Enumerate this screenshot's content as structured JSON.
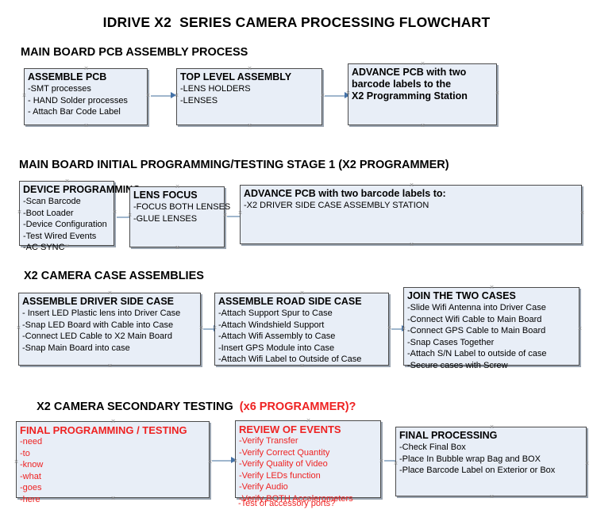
{
  "document": {
    "title": "IDRIVE X2  SERIES CAMERA PROCESSING FLOWCHART"
  },
  "sections": [
    {
      "id": "main-board-pcb-assembly",
      "heading": "MAIN BOARD PCB ASSEMBLY PROCESS",
      "heading_accent": ""
    },
    {
      "id": "main-board-initial-programming",
      "heading": "MAIN BOARD INITIAL PROGRAMMING/TESTING STAGE 1 (X2 PROGRAMMER)",
      "heading_accent": ""
    },
    {
      "id": "x2-camera-case-assemblies",
      "heading": "X2 CAMERA CASE ASSEMBLIES",
      "heading_accent": ""
    },
    {
      "id": "x2-camera-secondary-testing",
      "heading": "X2 CAMERA SECONDARY TESTING  ",
      "heading_accent": "(x6 PROGRAMMER)?"
    }
  ],
  "nodes": {
    "assemble_pcb": {
      "title": "ASSEMBLE PCB",
      "lines": [
        " -SMT processes",
        "- HAND Solder processes",
        "- Attach Bar Code Label"
      ]
    },
    "top_level_assembly": {
      "title": "TOP LEVEL ASSEMBLY",
      "lines": [
        "-LENS HOLDERS",
        "-LENSES"
      ]
    },
    "advance_pcb_station": {
      "title_lines": [
        "ADVANCE PCB with two",
        "barcode labels to the",
        " X2 Programming Station"
      ],
      "lines": []
    },
    "device_programming": {
      "title": "DEVICE PROGRAMMING",
      "lines": [
        "-Scan Barcode",
        "-Boot Loader",
        "-Device Configuration",
        "-Test Wired Events",
        "-AC SYNC"
      ]
    },
    "lens_focus": {
      "title": "LENS FOCUS",
      "lines": [
        "-FOCUS BOTH LENSES",
        "-GLUE LENSES"
      ]
    },
    "advance_pcb_driver_side": {
      "title": "ADVANCE PCB with two barcode labels to:",
      "lines": [
        "-X2 DRIVER  SIDE  CASE  ASSEMBLY STATION"
      ]
    },
    "assemble_driver_side_case": {
      "title": "ASSEMBLE DRIVER SIDE CASE",
      "lines": [
        "- Insert LED Plastic lens into Driver Case",
        "-Snap LED Board with Cable into Case",
        "-Connect LED Cable to X2 Main Board",
        "-Snap Main Board into case"
      ]
    },
    "assemble_road_side_case": {
      "title": "ASSEMBLE ROAD SIDE CASE",
      "lines": [
        "-Attach Support Spur to Case",
        "-Attach Windshield Support",
        "-Attach Wifi Assembly to Case",
        "-Insert GPS Module into Case",
        "-Attach Wifi Label to Outside of Case"
      ]
    },
    "join_the_two_cases": {
      "title": "JOIN THE TWO CASES",
      "lines": [
        "-Slide Wifi Antenna into Driver Case",
        "-Connect Wifi Cable to Main Board",
        "-Connect GPS Cable to Main Board",
        "-Snap Cases Together",
        "-Attach S/N Label to outside of case",
        "-Secure cases with Screw"
      ]
    },
    "final_programming_testing": {
      "title": "FINAL PROGRAMMING / TESTING",
      "lines": [
        "-need",
        "-to",
        "-know",
        "-what",
        "-goes",
        "-here"
      ]
    },
    "review_of_events": {
      "title": "REVIEW OF EVENTS",
      "lines": [
        "-Verify Transfer",
        "-Verify Correct Quantity",
        "-Verify Quality of Video",
        "-Verify LEDs function",
        "-Verify Audio",
        "-Verify BOTH Accelerometers"
      ],
      "overflow_line": "-Test of accessory ports?"
    },
    "final_processing": {
      "title": "FINAL PROCESSING",
      "lines": [
        " -Check Final Box",
        "-Place In Bubble wrap Bag and BOX",
        "-Place Barcode Label on Exterior or Box"
      ]
    }
  },
  "colors": {
    "node_fill": "#e8eef7",
    "node_border": "#4b4b4b",
    "node_shadow": "#9aa4b0",
    "connector": "#9fb6cd",
    "arrowhead": "#4472a8",
    "accent_red": "#ee2222",
    "text": "#000000"
  }
}
